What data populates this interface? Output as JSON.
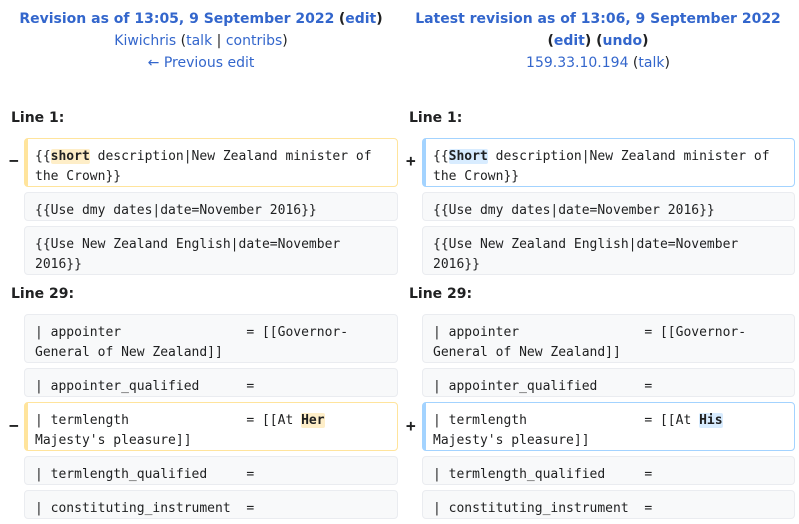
{
  "left_header": {
    "title": "Revision as of 13:05, 9 September 2022",
    "edit": "edit",
    "user": "Kiwichris",
    "talk": "talk",
    "contribs": "contribs",
    "prev": "← Previous edit"
  },
  "right_header": {
    "title": "Latest revision as of 13:06, 9 September 2022",
    "edit": "edit",
    "undo": "undo",
    "ip": "159.33.10.194",
    "talk": "talk"
  },
  "sections": [
    {
      "label": "Line 1:"
    },
    {
      "label": "Line 29:"
    }
  ],
  "markers": {
    "del": "−",
    "add": "+"
  },
  "rows": {
    "r1": {
      "left_pre": "{{",
      "left_changed": "short",
      "left_post": " description|New Zealand minister of the Crown}}",
      "right_pre": "{{",
      "right_changed": "Short",
      "right_post": " description|New Zealand minister of the Crown}}"
    },
    "r2": "{{Use dmy dates|date=November 2016}}",
    "r3": "{{Use New Zealand English|date=November 2016}}",
    "r4": "| appointer                = [[Governor-General of New Zealand]]",
    "r5": "| appointer_qualified      =",
    "r6": {
      "left_pre": "| termlength               = [[At ",
      "left_changed": "Her",
      "left_post": " Majesty's pleasure]]",
      "right_pre": "| termlength               = [[At ",
      "right_changed": "His",
      "right_post": " Majesty's pleasure]]"
    },
    "r7": "| termlength_qualified     =",
    "r8": "| constituting_instrument  ="
  }
}
